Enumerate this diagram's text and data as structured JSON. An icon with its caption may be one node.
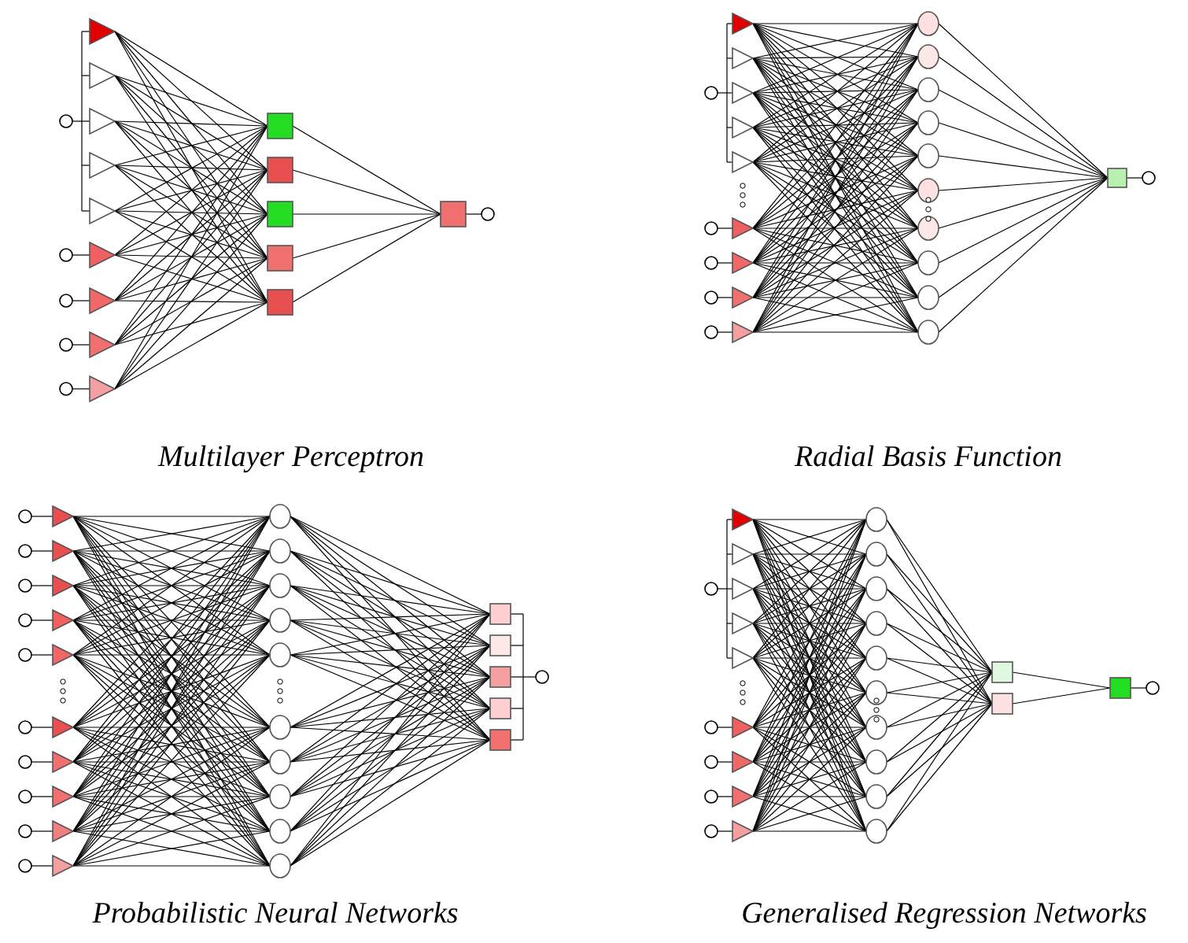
{
  "diagram": {
    "labels": [
      "Multilayer Perceptron",
      "Radial Basis Function",
      "Probabilistic Neural Networks",
      "Generalised Regression Networks"
    ]
  }
}
